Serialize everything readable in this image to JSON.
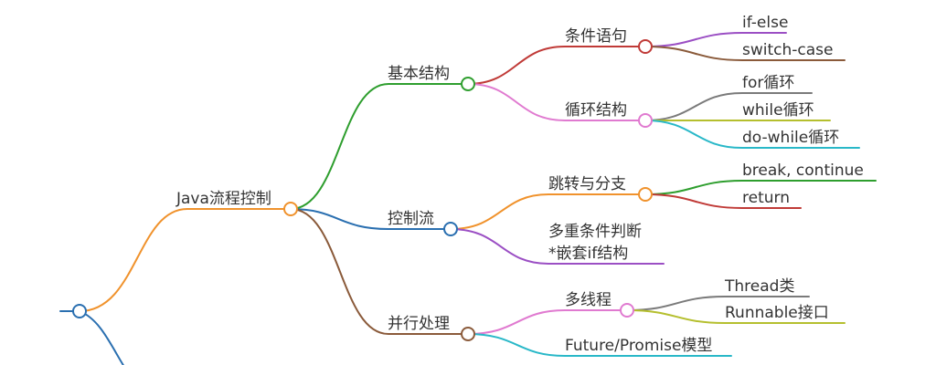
{
  "root": {
    "color": "#2a6fb0"
  },
  "nodes": {
    "java": {
      "label": "Java流程控制",
      "color": "#f0922c"
    },
    "basic": {
      "label": "基本结构",
      "color": "#2e9e2e"
    },
    "cond": {
      "label": "条件语句",
      "color": "#c03a37"
    },
    "ifelse": {
      "label": "if-else",
      "color": "#9b4fc4"
    },
    "switchcase": {
      "label": "switch-case",
      "color": "#8a5a3a"
    },
    "loop": {
      "label": "循环结构",
      "color": "#e07ad0"
    },
    "forloop": {
      "label": "for循环",
      "color": "#7a7a7a"
    },
    "whileloop": {
      "label": "while循环",
      "color": "#b5bf2e"
    },
    "dowhile": {
      "label": "do-while循环",
      "color": "#29b8c8"
    },
    "ctrl": {
      "label": "控制流",
      "color": "#2a6fb0"
    },
    "jump": {
      "label": "跳转与分支",
      "color": "#f0922c"
    },
    "breakc": {
      "label": "break, continue",
      "color": "#2e9e2e"
    },
    "ret": {
      "label": "return",
      "color": "#c03a37"
    },
    "multi": {
      "label": "多重条件判断",
      "label2": "*嵌套if结构",
      "color": "#9b4fc4"
    },
    "parallel": {
      "label": "并行处理",
      "color": "#8a5a3a"
    },
    "thread": {
      "label": "多线程",
      "color": "#e07ad0"
    },
    "threadcls": {
      "label": "Thread类",
      "color": "#7a7a7a"
    },
    "runnable": {
      "label": "Runnable接口",
      "color": "#b5bf2e"
    },
    "future": {
      "label": "Future/Promise模型",
      "color": "#29b8c8"
    }
  }
}
